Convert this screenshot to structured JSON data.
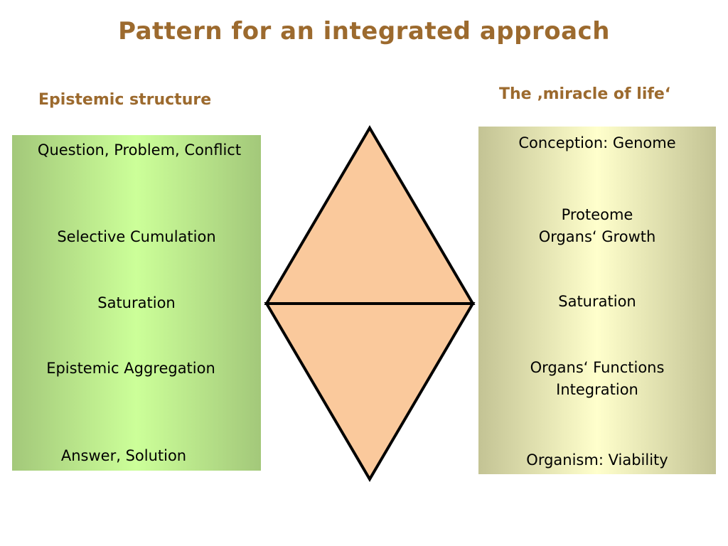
{
  "title": "Pattern for an integrated approach",
  "left": {
    "heading": "Epistemic structure",
    "steps": [
      "Question, Problem, Conflict",
      "Selective Cumulation",
      "Saturation",
      "Epistemic Aggregation",
      "Answer, Solution"
    ]
  },
  "right": {
    "heading": "The ‚miracle of life‘",
    "steps": [
      "Conception: Genome",
      "Proteome\nOrgans‘ Growth",
      "Saturation",
      "Organs‘ Functions\nIntegration",
      "Organism: Viability"
    ]
  },
  "colors": {
    "title": "#9c6a2e",
    "diamond_fill": "#fac99c",
    "diamond_stroke": "#000000",
    "left_panel_edge": "#a3c87a",
    "left_panel_center": "#ccff99",
    "right_panel_edge": "#c3c394",
    "right_panel_center": "#ffffcc"
  }
}
